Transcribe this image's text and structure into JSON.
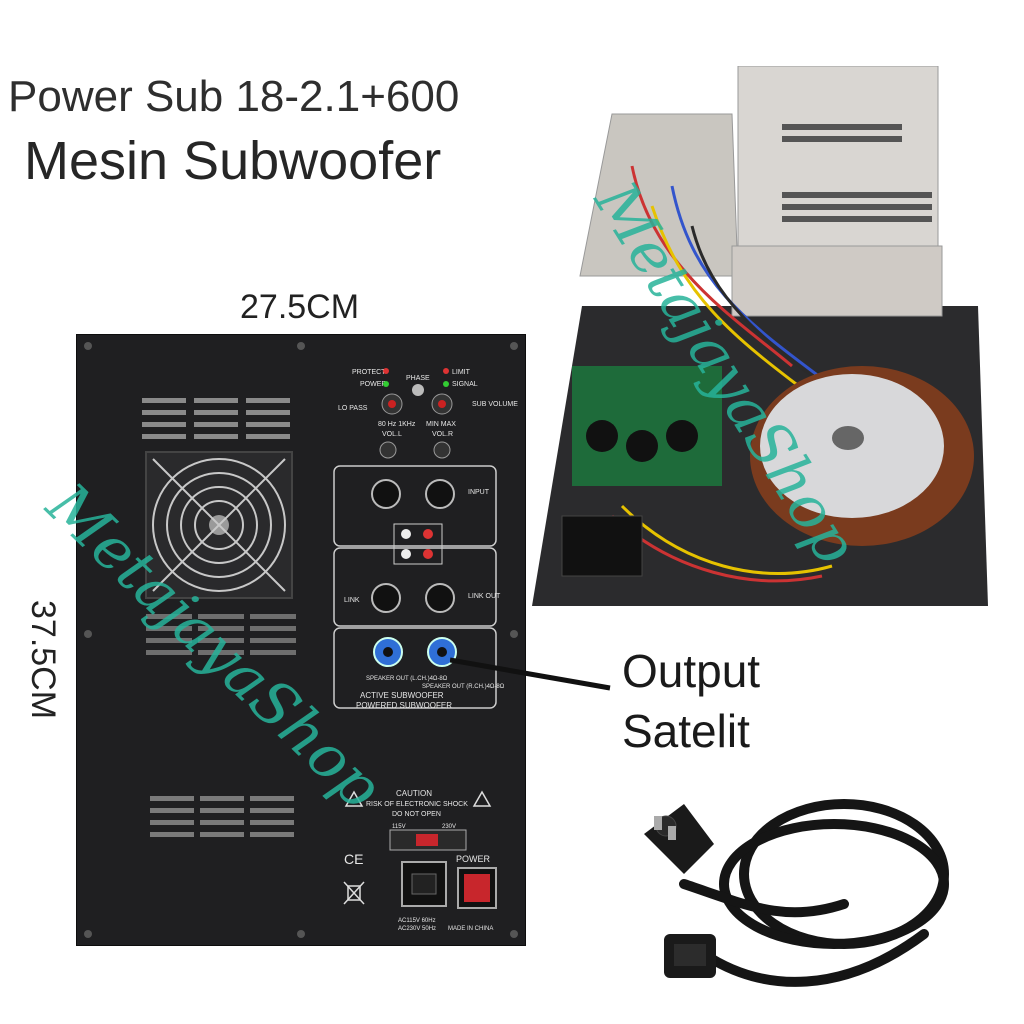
{
  "title": {
    "line1": "Power Sub 18-2.1+600",
    "line2": "Mesin Subwoofer"
  },
  "dimensions": {
    "width": "27.5CM",
    "height": "37.5CM"
  },
  "callout": {
    "line1": "Output",
    "line2": "Satelit"
  },
  "watermark": "MetajayaShop",
  "panel": {
    "protect": "PROTECT",
    "power_led": "POWER",
    "phase": "PHASE",
    "limit": "LIMIT",
    "signal": "SIGNAL",
    "lo_pass": "LO PASS",
    "sub_volume": "SUB VOLUME",
    "freq_range": "80 Hz 1KHz",
    "min_max": "MIN  MAX",
    "vol_l": "VOL.L",
    "vol_r": "VOL.R",
    "input": "INPUT",
    "link": "LINK",
    "link_out": "LINK OUT",
    "speaker_out_l": "SPEAKER OUT (L.CH.)4Ω-8Ω",
    "speaker_out_r": "SPEAKER OUT (R.CH.)4Ω-8Ω",
    "active_sub": "ACTIVE SUBWOOFER",
    "powered_sub": "POWERED SUBWOOFER",
    "caution": "CAUTION",
    "risk": "RISK OF ELECTRONIC SHOCK",
    "do_not_open": "DO NOT OPEN",
    "v115": "115V",
    "v230": "230V",
    "power_switch": "POWER",
    "ac_rating1": "AC115V 60Hz",
    "ac_rating2": "AC230V 50Hz",
    "made_in": "MADE IN CHINA",
    "ce": "CE"
  },
  "colors": {
    "panel": "#1f1f21",
    "watermark": "#27b39a",
    "speakon": "#2f6fd6",
    "switch": "#c8262c"
  }
}
